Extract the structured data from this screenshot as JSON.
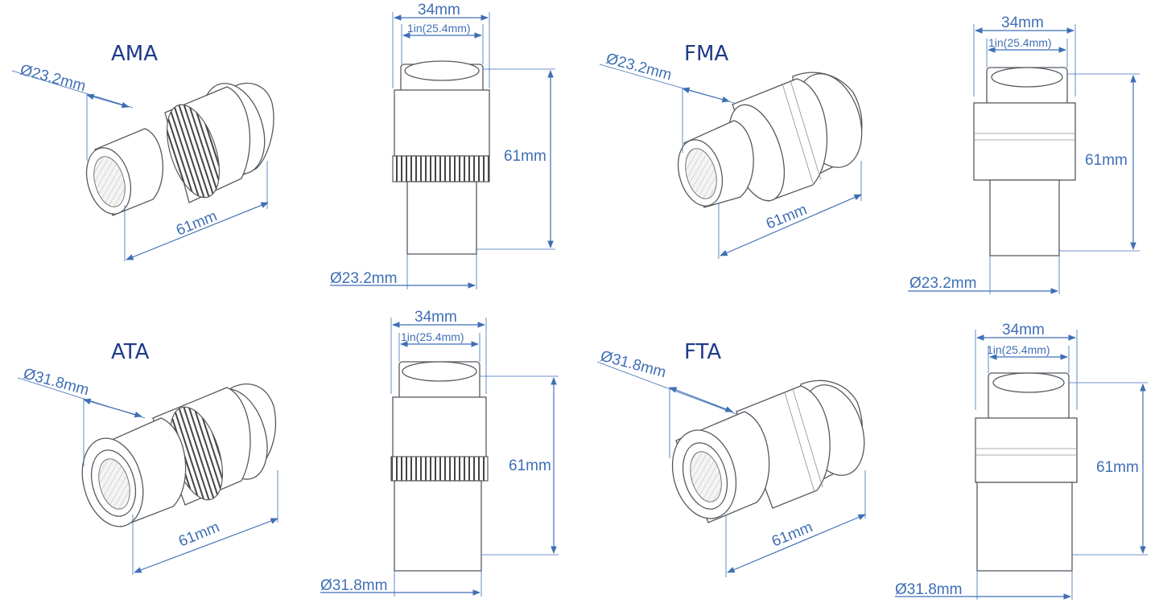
{
  "colors": {
    "title": "#1e3a8a",
    "dimension": "#3f6fb6",
    "outline": "#555a60"
  },
  "adapters": [
    {
      "title": "AMA",
      "iso": {
        "diameter": "Ø23.2mm",
        "length": "61mm"
      },
      "side": {
        "outer_width": "34mm",
        "inner_width": "1in(25.4mm)",
        "height": "61mm",
        "bottom_diameter": "Ø23.2mm"
      }
    },
    {
      "title": "FMA",
      "iso": {
        "diameter": "Ø23.2mm",
        "length": "61mm"
      },
      "side": {
        "outer_width": "34mm",
        "inner_width": "1in(25.4mm)",
        "height": "61mm",
        "bottom_diameter": "Ø23.2mm"
      }
    },
    {
      "title": "ATA",
      "iso": {
        "diameter": "Ø31.8mm",
        "length": "61mm"
      },
      "side": {
        "outer_width": "34mm",
        "inner_width": "1in(25.4mm)",
        "height": "61mm",
        "bottom_diameter": "Ø31.8mm"
      }
    },
    {
      "title": "FTA",
      "iso": {
        "diameter": "Ø31.8mm",
        "length": "61mm"
      },
      "side": {
        "outer_width": "34mm",
        "inner_width": "1in(25.4mm)",
        "height": "61mm",
        "bottom_diameter": "Ø31.8mm"
      }
    }
  ]
}
